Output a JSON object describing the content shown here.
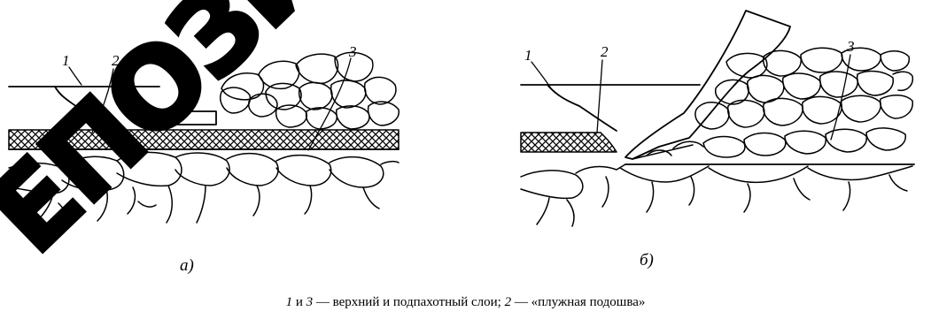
{
  "diagram": {
    "panel_a": {
      "label": "а)",
      "callouts": {
        "one": "1",
        "two": "2",
        "three": "3"
      }
    },
    "panel_b": {
      "label": "б)",
      "callouts": {
        "one": "1",
        "two": "2",
        "three": "3"
      }
    }
  },
  "caption": {
    "n1": "1",
    "and": " и ",
    "n3": "3",
    "dash1": " — верхний и подпахотный слои; ",
    "n2": "2",
    "dash2": " — «плужная подошва»"
  },
  "watermark": {
    "text": "ЕПОЗИ"
  },
  "colors": {
    "ink": "#000000",
    "background": "#ffffff"
  }
}
